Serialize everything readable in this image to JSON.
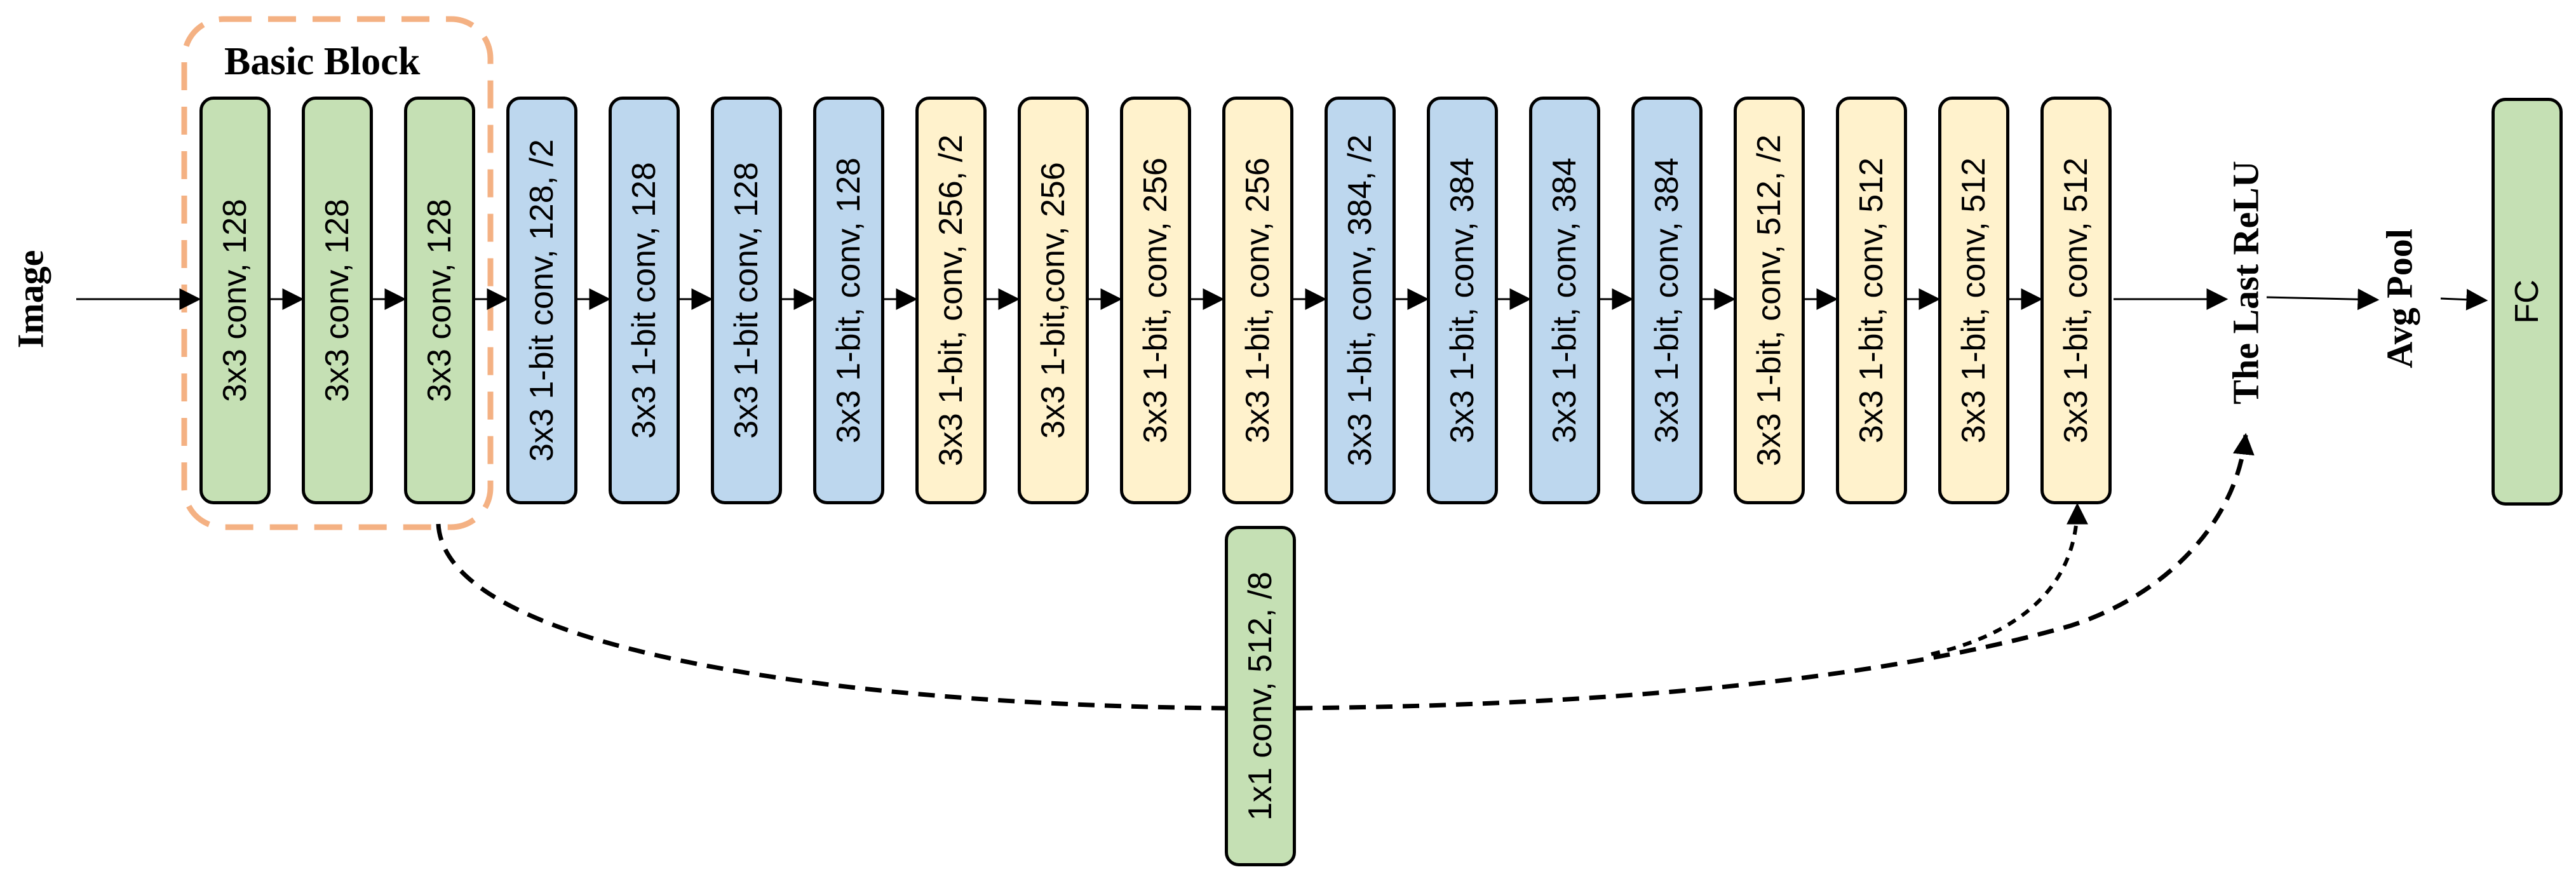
{
  "diagram": {
    "input_label": "Image",
    "basic_block_title": "Basic Block",
    "blocks": [
      {
        "label": "3x3 conv, 128",
        "color": "green"
      },
      {
        "label": "3x3 conv, 128",
        "color": "green"
      },
      {
        "label": "3x3 conv, 128",
        "color": "green"
      },
      {
        "label": "3x3 1-bit conv,  128, /2",
        "color": "blue"
      },
      {
        "label": "3x3 1-bit conv, 128",
        "color": "blue"
      },
      {
        "label": "3x3 1-bit conv, 128",
        "color": "blue"
      },
      {
        "label": "3x3 1-bit, conv, 128",
        "color": "blue"
      },
      {
        "label": "3x3 1-bit, conv, 256, /2",
        "color": "yellow"
      },
      {
        "label": "3x3 1-bit,conv, 256",
        "color": "yellow"
      },
      {
        "label": "3x3 1-bit, conv, 256",
        "color": "yellow"
      },
      {
        "label": "3x3 1-bit, conv, 256",
        "color": "yellow"
      },
      {
        "label": "3x3 1-bit, conv, 384, /2",
        "color": "blue"
      },
      {
        "label": "3x3 1-bit, conv, 384",
        "color": "blue"
      },
      {
        "label": "3x3 1-bit, conv, 384",
        "color": "blue"
      },
      {
        "label": "3x3 1-bit, conv, 384",
        "color": "blue"
      },
      {
        "label": "3x3 1-bit, conv, 512, /2",
        "color": "yellow"
      },
      {
        "label": "3x3 1-bit, conv, 512",
        "color": "yellow"
      },
      {
        "label": "3x3 1-bit, conv, 512",
        "color": "yellow"
      },
      {
        "label": "3x3 1-bit, conv, 512",
        "color": "yellow"
      }
    ],
    "shortcut_block": {
      "label": "1x1 conv, 512, /8",
      "color": "green"
    },
    "last_relu_label": "The Last ReLU",
    "avg_pool_label": "Avg Pool",
    "fc_label": "FC",
    "colors": {
      "green": "#c5e0b4",
      "blue": "#bdd7ee",
      "yellow": "#fff2cc",
      "basic_block_border": "#f4b183",
      "line": "#000000"
    }
  }
}
